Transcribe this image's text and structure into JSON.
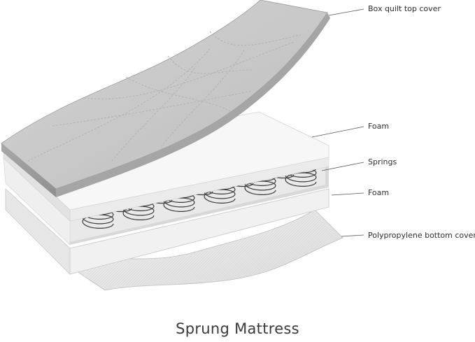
{
  "labels": {
    "box_quilt_top_cover": "Box quilt top cover",
    "foam_upper": "Foam",
    "springs": "Springs",
    "foam_lower": "Foam",
    "polypropylene_bottom_cover": "Polypropylene bottom cover"
  },
  "caption": "Sprung Mattress"
}
